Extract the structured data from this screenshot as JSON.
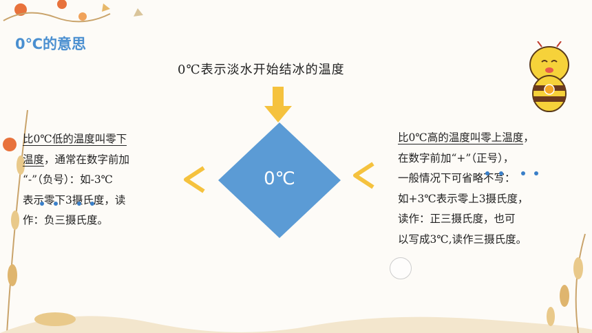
{
  "section_title": "0℃的意思",
  "headline": "0℃表示淡水开始结冰的温度",
  "center_label": "0℃",
  "left_lt": "<",
  "right_lt": "<",
  "left": {
    "lines": [
      {
        "text": "比0℃低的温度叫零下",
        "underline": true
      },
      {
        "text": "温度",
        "underline": true,
        "rest": "，通常在数字前加"
      },
      {
        "text": "“-”（负号）：如-3℃"
      },
      {
        "text": "表示零下3摄氏度，读"
      },
      {
        "text": "作：负三摄氏度。"
      }
    ]
  },
  "right": {
    "lines": [
      {
        "text": "比0℃高的温度叫零上温度",
        "underline": true,
        "rest": "，"
      },
      {
        "text": "在数字前加“+”（正号），"
      },
      {
        "text": "一般情况下可省略不写："
      },
      {
        "text": "如+3℃表示零上3摄氏度，"
      },
      {
        "text": "读作：正三摄氏度，也可"
      },
      {
        "text": "以写成3℃,读作三摄氏度。"
      }
    ]
  },
  "colors": {
    "accent": "#4a8fd0",
    "diamond": "#5b9bd5",
    "arrow": "#f5c23e",
    "emphasis_dot": "#3a7fc8"
  }
}
